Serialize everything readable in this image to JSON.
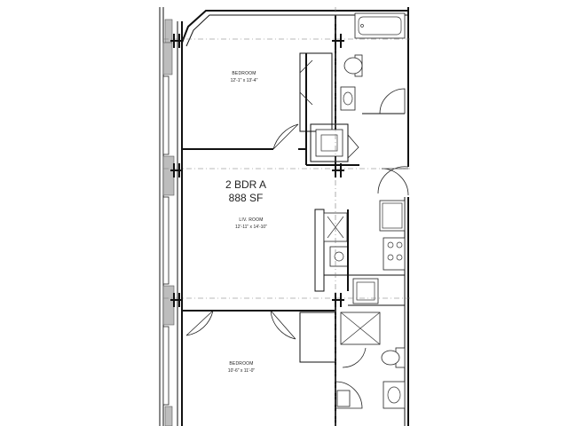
{
  "unit": {
    "name": "2 BDR A",
    "area": "888 SF"
  },
  "rooms": [
    {
      "id": "bedroom-1",
      "name": "BEDROOM",
      "dimensions": "12'-1\" x 13'-4\""
    },
    {
      "id": "living-room",
      "name": "LIV. ROOM",
      "dimensions": "12'-11\" x 14'-10\""
    },
    {
      "id": "bedroom-2",
      "name": "BEDROOM",
      "dimensions": "10'-6\" x 11'-0\""
    }
  ],
  "colors": {
    "wall": "#111111",
    "hatch": "#bdbdbd",
    "background": "#ffffff"
  }
}
